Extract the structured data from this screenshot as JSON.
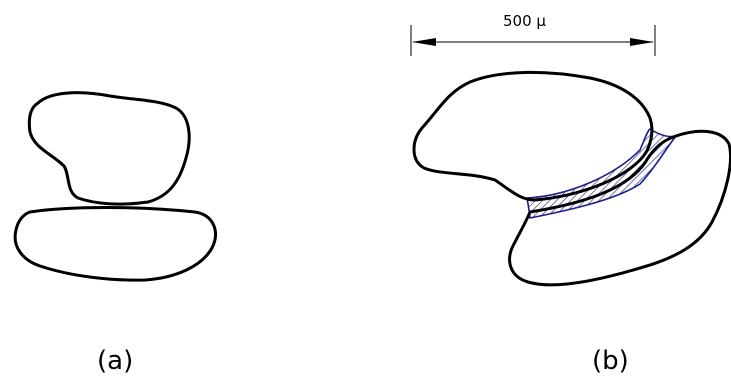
{
  "scale_bar": {
    "label": "500 μ"
  },
  "panels": [
    {
      "label": "(a)"
    },
    {
      "label": "(b)"
    }
  ],
  "colors": {
    "outline": "#000000",
    "liquid_bridge": "#1d1d8c"
  }
}
